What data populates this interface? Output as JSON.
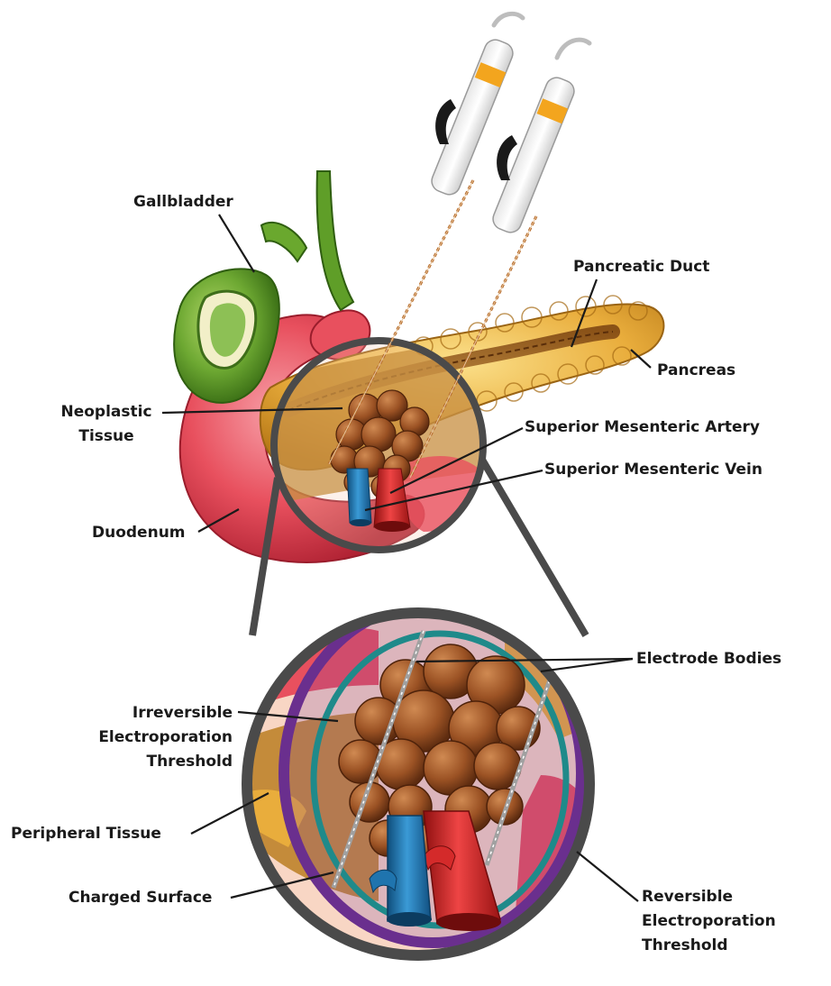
{
  "labels": {
    "gallbladder": "Gallbladder",
    "pancreatic_duct": "Pancreatic Duct",
    "pancreas": "Pancreas",
    "neoplastic_line1": "Neoplastic",
    "neoplastic_line2": "Tissue",
    "sma": "Superior Mesenteric Artery",
    "smv": "Superior Mesenteric Vein",
    "duodenum": "Duodenum",
    "electrode_bodies": "Electrode Bodies",
    "ire_line1": "Irreversible",
    "ire_line2": "Electroporation",
    "ire_line3": "Threshold",
    "peripheral": "Peripheral Tissue",
    "charged": "Charged Surface",
    "re_line1": "Reversible",
    "re_line2": "Electroporation",
    "re_line3": "Threshold"
  },
  "colors": {
    "duodenum": "#e8505e",
    "gallbladder": "#5a9a28",
    "pancreas": "#e4a93a",
    "tumor": "#8a4820",
    "artery": "#d42a2a",
    "vein": "#1f74ae",
    "lens_ring": "#4a4a4a",
    "reversible_zone": "#7b3f9e",
    "irreversible_zone": "#1f8a8a"
  }
}
